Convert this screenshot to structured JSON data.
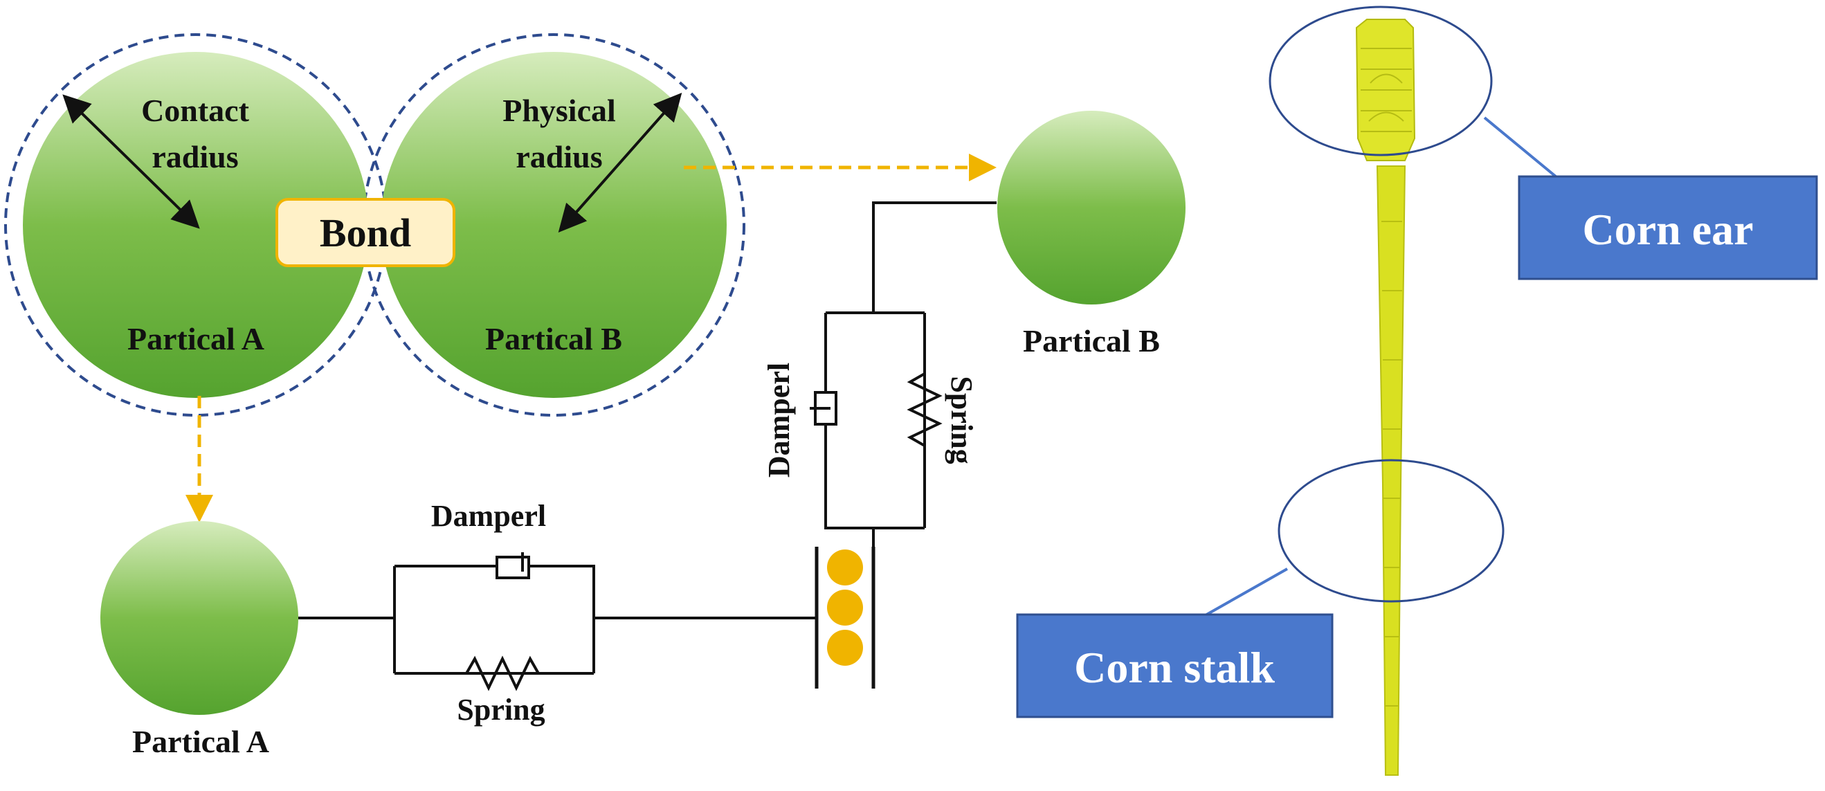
{
  "colors": {
    "particle_light": "#cfe8b0",
    "particle_dark": "#5aa832",
    "contact_circle": "#2e4b8e",
    "dashed_arrow": "#f0b400",
    "bond_fill": "#fff1c8",
    "bond_border": "#f0b400",
    "roller": "#f0b400",
    "label_box": "#4a78cc",
    "label_box_border": "#2f4f8f",
    "stalk": "#d9e021",
    "leader_line": "#4a78cc",
    "ellipse": "#2e4b8e"
  },
  "labels": {
    "contact_radius_line1": "Contact",
    "contact_radius_line2": "radius",
    "physical_radius_line1": "Physical",
    "physical_radius_line2": "radius",
    "bond": "Bond",
    "partical_a_top": "Partical A",
    "partical_b_top": "Partical B",
    "partical_b_right": "Partical B",
    "partical_a_bottom": "Partical A",
    "damper_horizontal": "Damperl",
    "spring_horizontal": "Spring",
    "damper_vertical": "Damperl",
    "spring_vertical": "Spring",
    "corn_ear": "Corn ear",
    "corn_stalk": "Corn stalk"
  },
  "icons": {
    "particle": "green-sphere-icon",
    "damper": "damper-icon",
    "spring": "spring-icon",
    "roller": "roller-icon"
  }
}
